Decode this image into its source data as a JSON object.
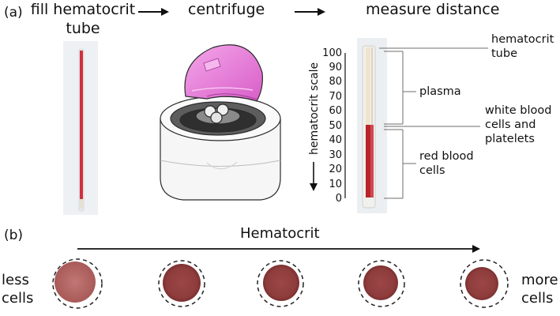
{
  "panel_a_label": "(a)",
  "panel_b_label": "(b)",
  "steps": {
    "fill_line1": "fill hematocrit",
    "fill_line2": "tube",
    "centrifuge": "centrifuge",
    "measure": "measure distance"
  },
  "scale": {
    "axis_label": "hematocrit scale",
    "ticks": [
      "100",
      "90",
      "80",
      "70",
      "60",
      "50",
      "40",
      "30",
      "20",
      "10",
      "0"
    ]
  },
  "annotations": {
    "tube_line1": "hematocrit",
    "tube_line2": "tube",
    "plasma": "plasma",
    "wbc_line1": "white blood",
    "wbc_line2": "cells and",
    "wbc_line3": "platelets",
    "rbc_line1": "red blood",
    "rbc_line2": "cells"
  },
  "hematocrit_label": "Hematocrit",
  "less_line1": "less",
  "less_line2": "cells",
  "more_line1": "more",
  "more_line2": "cells",
  "colors": {
    "blood_red": "#c8333a",
    "lid_pink": "#e879d8",
    "spot_dark": "#8f3e3e"
  }
}
